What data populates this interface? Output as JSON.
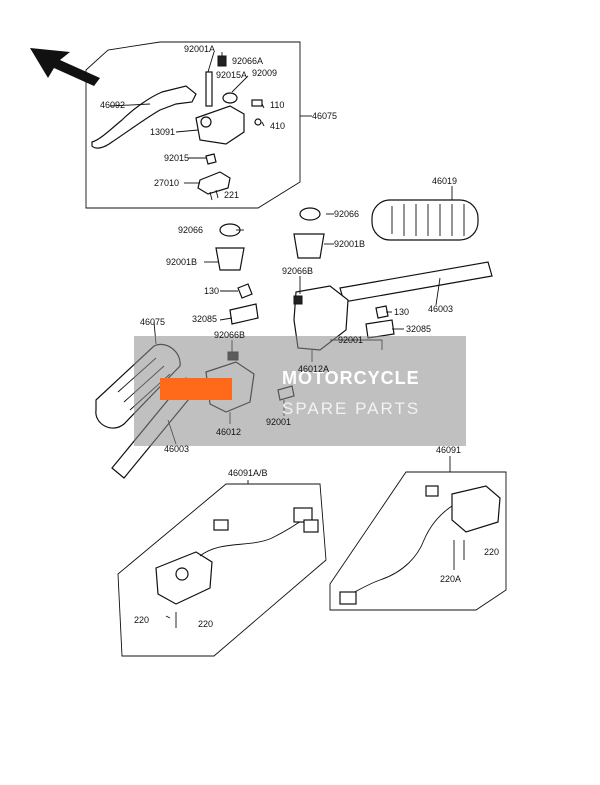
{
  "labels": {
    "l_92001A_top": "92001A",
    "l_92066A": "92066A",
    "l_92015A": "92015A",
    "l_92009": "92009",
    "l_46092": "46092",
    "l_110": "110",
    "l_46075_top": "46075",
    "l_13091": "13091",
    "l_410": "410",
    "l_92015": "92015",
    "l_27010": "27010",
    "l_221": "221",
    "l_46019": "46019",
    "l_92066_right": "92066",
    "l_92066_left": "92066",
    "l_92001B_right": "92001B",
    "l_92001B_left": "92001B",
    "l_92066B_right": "92066B",
    "l_130_left": "130",
    "l_130_right": "130",
    "l_46003_right": "46003",
    "l_32085_left": "32085",
    "l_32085_right": "32085",
    "l_46075_left": "46075",
    "l_92066B_left": "92066B",
    "l_92001_right": "92001",
    "l_46012A": "46012A",
    "l_46012": "46012",
    "l_92001_center": "92001",
    "l_46003_left": "46003",
    "l_46091AB": "46091A/B",
    "l_46091": "46091",
    "l_220_bl1": "220",
    "l_220_bl2": "220",
    "l_220_br": "220",
    "l_220A": "220A"
  },
  "watermark": {
    "title": "MOTORCYCLE",
    "subtitle": "SPARE PARTS",
    "accent_color": "#ff6a1a"
  },
  "icons": {
    "direction_arrow": "arrow-up-left-icon"
  }
}
